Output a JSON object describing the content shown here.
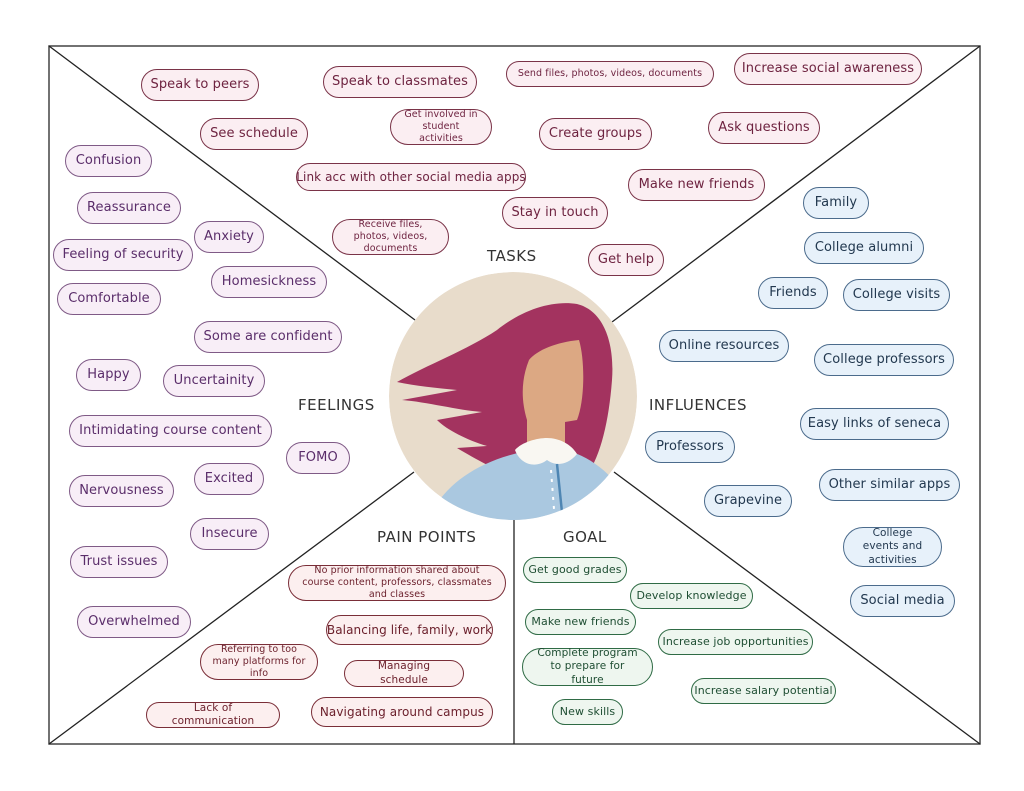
{
  "sections": {
    "tasks": {
      "label": "TASKS",
      "items": [
        "Speak to peers",
        "Speak to classmates",
        "Send files, photos, videos, documents",
        "Increase social awareness",
        "See schedule",
        "Get involved in student activities",
        "Create groups",
        "Ask questions",
        "Link acc with other social media apps",
        "Make new friends",
        "Stay in touch",
        "Receive files, photos, videos, documents",
        "Get help"
      ]
    },
    "feelings": {
      "label": "FEELINGS",
      "items": [
        "Confusion",
        "Reassurance",
        "Anxiety",
        "Feeling of security",
        "Homesickness",
        "Comfortable",
        "Some are confident",
        "Happy",
        "Uncertainity",
        "Intimidating course content",
        "FOMO",
        "Excited",
        "Nervousness",
        "Insecure",
        "Trust issues",
        "Overwhelmed"
      ]
    },
    "influences": {
      "label": "INFLUENCES",
      "items": [
        "Family",
        "College alumni",
        "Friends",
        "College visits",
        "Online resources",
        "College professors",
        "Easy links of seneca",
        "Professors",
        "Other similar apps",
        "Grapevine",
        "College events and activities",
        "Social media"
      ]
    },
    "pain_points": {
      "label": "PAIN POINTS",
      "items": [
        "No prior information shared about course content, professors, classmates and classes",
        "Balancing life, family, work",
        "Referring to too many platforms for info",
        "Managing schedule",
        "Lack of communication",
        "Navigating around campus"
      ]
    },
    "goal": {
      "label": "GOAL",
      "items": [
        "Get good grades",
        "Develop knowledge",
        "Make new friends",
        "Increase job opportunities",
        "Complete program to prepare for future",
        "Increase salary potential",
        "New skills"
      ]
    }
  },
  "colors": {
    "hair": "#a3335f",
    "skin": "#dca883",
    "backdrop": "#e8dccb",
    "shirt": "#aac8e0",
    "collar": "#ffffff"
  }
}
